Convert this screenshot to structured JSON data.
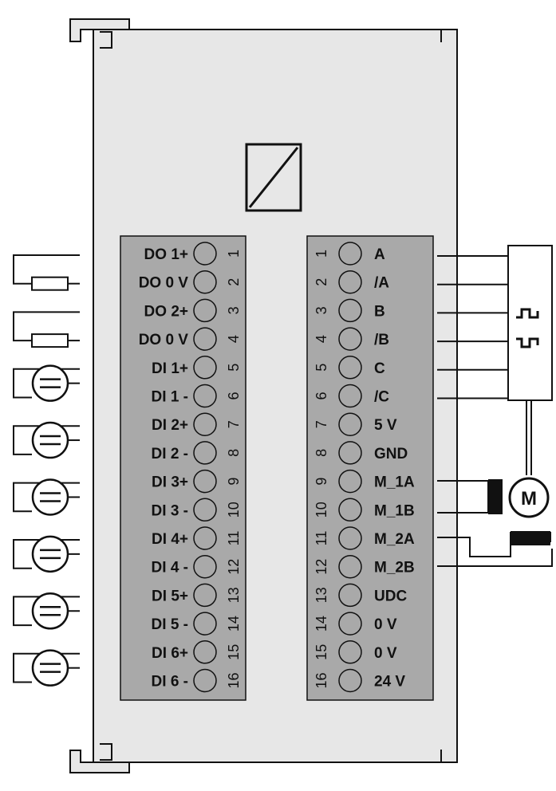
{
  "module": {
    "body_color": "#e7e7e7",
    "terminal_color": "#a9a9a9",
    "line_color": "#111111"
  },
  "left_terminal": [
    {
      "num": "1",
      "label": "DO 1+"
    },
    {
      "num": "2",
      "label": "DO 0 V"
    },
    {
      "num": "3",
      "label": "DO 2+"
    },
    {
      "num": "4",
      "label": "DO 0 V"
    },
    {
      "num": "5",
      "label": "DI 1+"
    },
    {
      "num": "6",
      "label": "DI 1 -"
    },
    {
      "num": "7",
      "label": "DI 2+"
    },
    {
      "num": "8",
      "label": "DI 2 -"
    },
    {
      "num": "9",
      "label": "DI 3+"
    },
    {
      "num": "10",
      "label": "DI 3 -"
    },
    {
      "num": "11",
      "label": "DI 4+"
    },
    {
      "num": "12",
      "label": "DI 4 -"
    },
    {
      "num": "13",
      "label": "DI 5+"
    },
    {
      "num": "14",
      "label": "DI 5 -"
    },
    {
      "num": "15",
      "label": "DI 6+"
    },
    {
      "num": "16",
      "label": "DI 6 -"
    }
  ],
  "right_terminal": [
    {
      "num": "1",
      "label": "A"
    },
    {
      "num": "2",
      "label": "/A"
    },
    {
      "num": "3",
      "label": "B"
    },
    {
      "num": "4",
      "label": "/B"
    },
    {
      "num": "5",
      "label": "C"
    },
    {
      "num": "6",
      "label": "/C"
    },
    {
      "num": "7",
      "label": "5 V"
    },
    {
      "num": "8",
      "label": "GND"
    },
    {
      "num": "9",
      "label": "M_1A"
    },
    {
      "num": "10",
      "label": "M_1B"
    },
    {
      "num": "11",
      "label": "M_2A"
    },
    {
      "num": "12",
      "label": "M_2B"
    },
    {
      "num": "13",
      "label": "UDC"
    },
    {
      "num": "14",
      "label": "0 V"
    },
    {
      "num": "15",
      "label": "0 V"
    },
    {
      "num": "16",
      "label": "24 V"
    }
  ],
  "motor": {
    "symbol": "M"
  },
  "left_devices": [
    {
      "type": "resistor-load-icon"
    },
    {
      "type": "resistor-load-icon"
    },
    {
      "type": "sensor-icon"
    },
    {
      "type": "sensor-icon"
    },
    {
      "type": "sensor-icon"
    },
    {
      "type": "sensor-icon"
    },
    {
      "type": "sensor-icon"
    },
    {
      "type": "sensor-icon"
    }
  ]
}
